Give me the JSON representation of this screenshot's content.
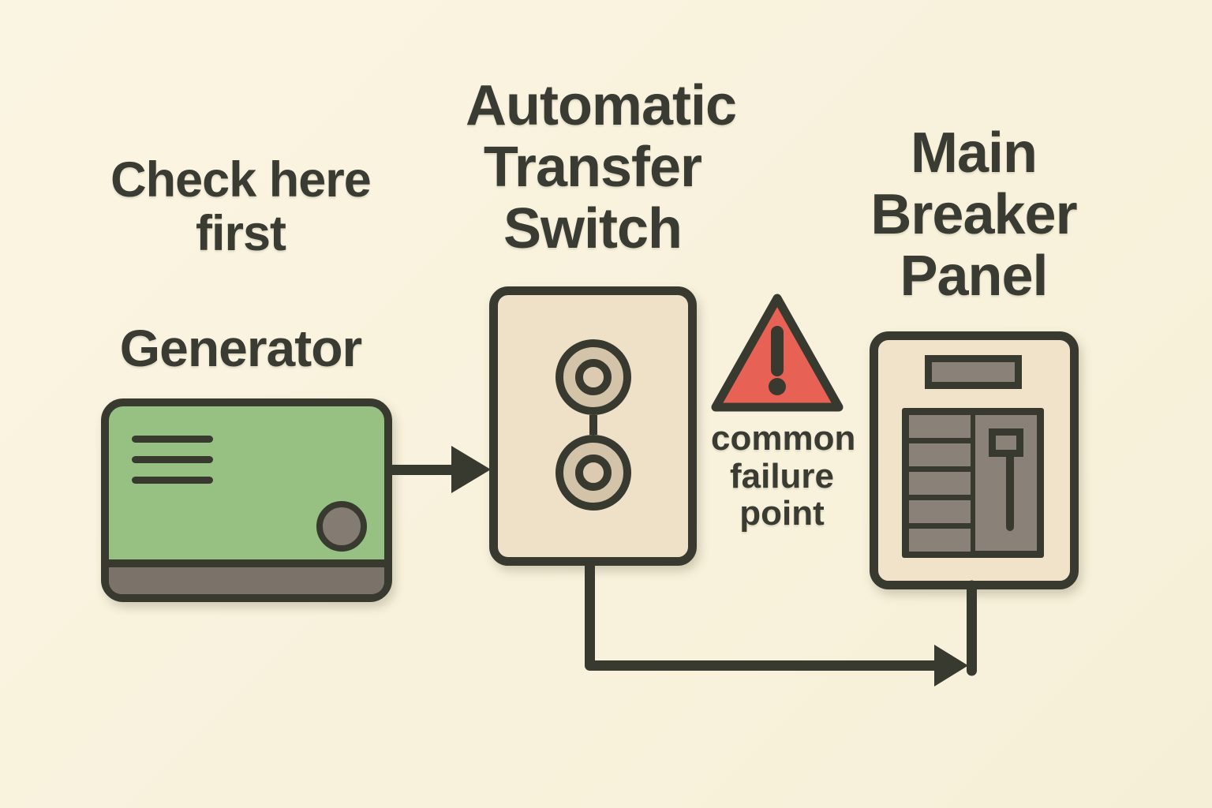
{
  "diagram": {
    "annotations": {
      "check_first": "Check here\nfirst",
      "failure": "common\nfailure\npoint"
    },
    "nodes": {
      "generator": {
        "label": "Generator"
      },
      "transfer_switch": {
        "label": "Automatic\nTransfer\nSwitch"
      },
      "breaker_panel": {
        "label": "Main\nBreaker\nPanel"
      }
    },
    "flow": [
      {
        "from": "generator",
        "to": "transfer_switch"
      },
      {
        "from": "transfer_switch",
        "to": "breaker_panel"
      }
    ],
    "icons": {
      "generator": "green-machine-with-vents-and-knob",
      "transfer_switch": "box-with-two-terminals",
      "warning": "red-triangle-exclamation",
      "breaker_panel": "panel-with-breaker-rows-and-main-switch"
    },
    "colors": {
      "background": "#f9f3df",
      "stroke": "#383a30",
      "text": "#3a3c33",
      "generator_green": "#97c083",
      "machine_gray": "#847c73",
      "box_beige": "#eee1c8",
      "terminal_tan": "#d3c3a8",
      "warning_red": "#e86155"
    }
  }
}
